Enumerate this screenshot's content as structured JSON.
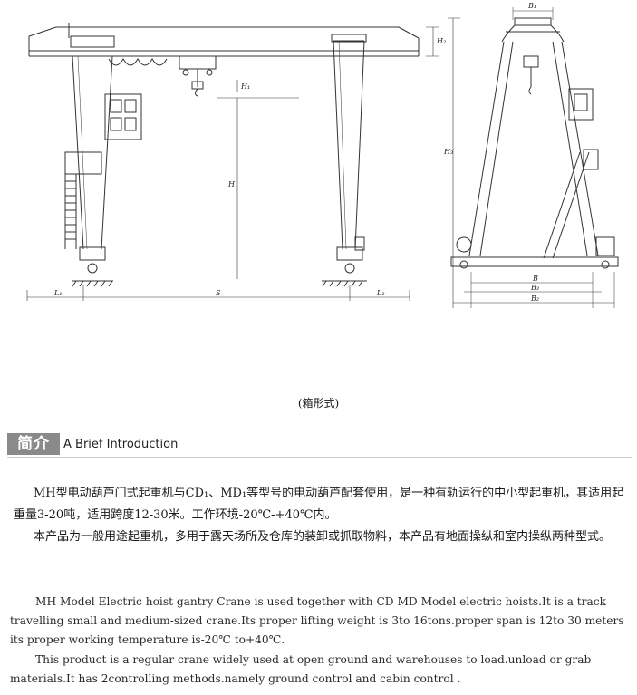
{
  "drawing": {
    "dimension_labels": {
      "front_h2": "H₂",
      "front_h1": "H₁",
      "front_h": "H",
      "front_l1": "L₁",
      "front_s": "S",
      "front_l2": "L₂",
      "side_b1": "B₁",
      "side_h3": "H₃",
      "side_b": "B",
      "side_b3": "B₃",
      "side_b2": "B₂"
    }
  },
  "caption": "(箱形式)",
  "section": {
    "badge": "简介",
    "title": "A Brief Introduction"
  },
  "chinese": {
    "para1": "MH型电动葫芦门式起重机与CD₁、MD₁等型号的电动葫芦配套使用，是一种有轨运行的中小型起重机，其适用起重量3-20吨，适用跨度12-30米。工作环境-20℃-+40℃内。",
    "para2": "本产品为一般用途起重机，多用于露天场所及仓库的装卸或抓取物料，本产品有地面操纵和室内操纵两种型式。"
  },
  "english": {
    "para1": "MH Model Electric hoist gantry Crane is used together with CD MD Model electric hoists.It is a track travelling small and medium-sized crane.Its proper lifting weight is 3to 16tons.proper span  is 12to 30 meters its proper working temperature is-20℃ to+40℃.",
    "para2": "This product is a regular crane widely used at open ground and warehouses to load.unload or grab materials.It has 2controlling methods.namely ground control and cabin control ."
  }
}
